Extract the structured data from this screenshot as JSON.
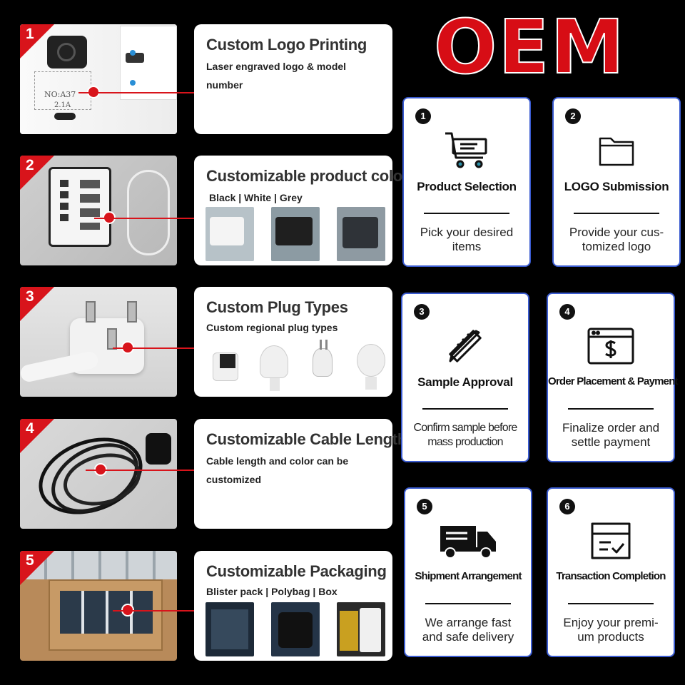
{
  "oem_heading": "OEM",
  "features": [
    {
      "number": "1",
      "title": "Custom Logo Printing",
      "subtitle": "Laser engraved logo & model number",
      "photo_text": [
        "NO:A37",
        "2.1A"
      ]
    },
    {
      "number": "2",
      "title": "Customizable product colors",
      "subtitle": "Black | White | Grey"
    },
    {
      "number": "3",
      "title": "Custom Plug Types",
      "subtitle": "Custom regional plug types"
    },
    {
      "number": "4",
      "title": "Customizable Cable Length",
      "subtitle": "Cable length and color can be customized"
    },
    {
      "number": "5",
      "title": "Customizable Packaging",
      "subtitle": "Blister pack | Polybag | Box"
    }
  ],
  "steps": [
    {
      "number": "1",
      "icon": "shopping-cart-icon",
      "title": "Product Selection",
      "desc": "Pick your desired items"
    },
    {
      "number": "2",
      "icon": "folder-icon",
      "title": "LOGO Submission",
      "desc": "Provide your cus-tomized logo"
    },
    {
      "number": "3",
      "icon": "pencil-ruler-icon",
      "title": "Sample Approval",
      "desc": "Confirm sample before mass production"
    },
    {
      "number": "4",
      "icon": "payment-browser-icon",
      "title": "Order Placement & Payment",
      "desc": "Finalize order and settle payment"
    },
    {
      "number": "5",
      "icon": "delivery-truck-icon",
      "title": "Shipment Arrangement",
      "desc": "We arrange fast and safe delivery"
    },
    {
      "number": "6",
      "icon": "box-check-icon",
      "title": "Transaction Completion",
      "desc": "Enjoy your premi-um products"
    }
  ],
  "colors": {
    "accent_red": "#d8141b",
    "step_border": "#3a5bd0"
  }
}
